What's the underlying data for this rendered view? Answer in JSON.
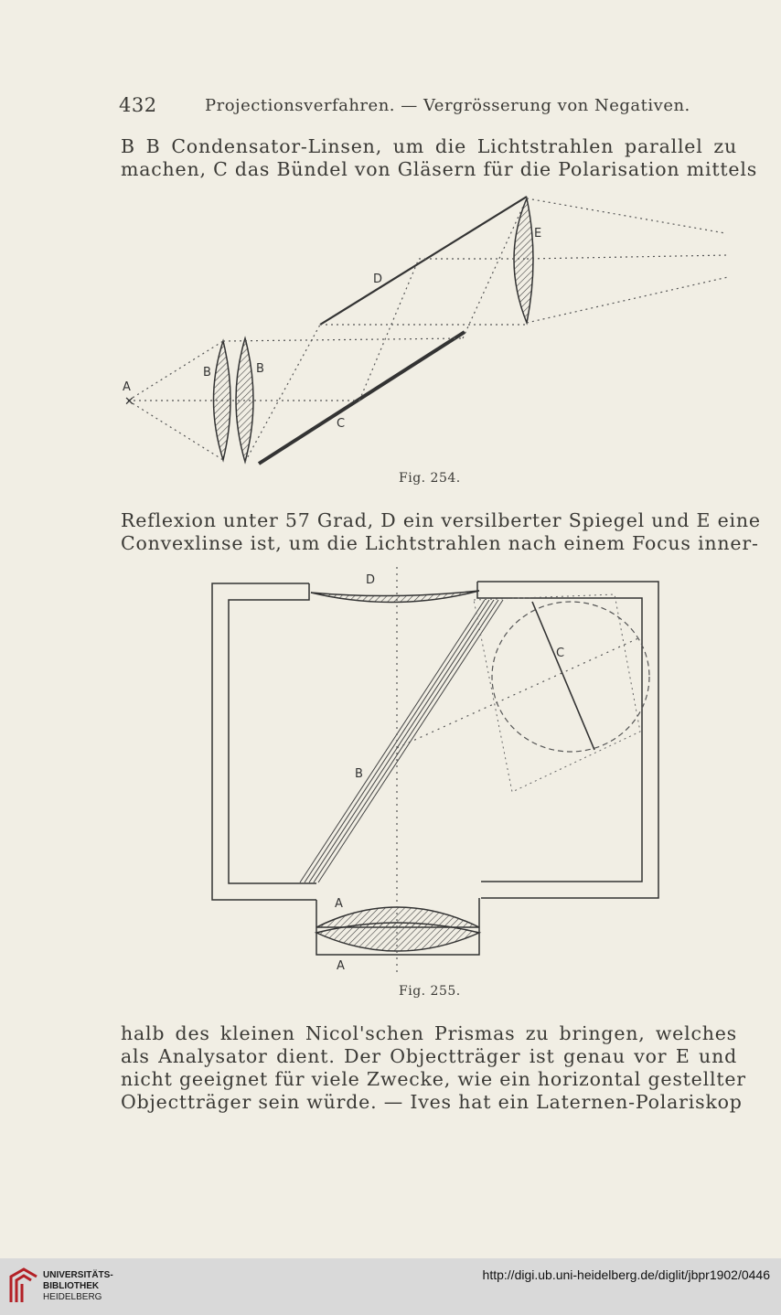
{
  "header": {
    "page_number": "432",
    "running_title": "Projectionsverfahren. — Vergrösserung von Negativen."
  },
  "para1": [
    "B B Condensator-Linsen, um die Lichtstrahlen parallel zu",
    "machen, C das Bündel von Gläsern für die Polarisation mittels"
  ],
  "fig254": {
    "caption": "Fig. 254.",
    "labels": {
      "a": "A",
      "b1": "B",
      "b2": "B",
      "c": "C",
      "d": "D",
      "e": "E"
    }
  },
  "para2": [
    "Reflexion unter 57 Grad, D ein versilberter Spiegel und E eine",
    "Convexlinse ist, um die Lichtstrahlen nach einem Focus inner-"
  ],
  "fig255": {
    "caption": "Fig. 255.",
    "labels": {
      "d": "D",
      "c": "C",
      "b": "B",
      "a1": "A",
      "a2": "A"
    }
  },
  "para3": [
    "halb des kleinen Nicol'schen Prismas zu bringen, welches",
    "als Analysator dient. Der Objectträger ist genau vor E und",
    "nicht geeignet für viele Zwecke, wie ein horizontal gestellter",
    "Objectträger sein würde. — Ives hat ein Laternen-Polariskop"
  ],
  "footer": {
    "logo_line1": "UNIVERSITÄTS-",
    "logo_line2": "BIBLIOTHEK",
    "logo_line3": "HEIDELBERG",
    "url": "http://digi.ub.uni-heidelberg.de/diglit/jbpr1902/0446"
  }
}
